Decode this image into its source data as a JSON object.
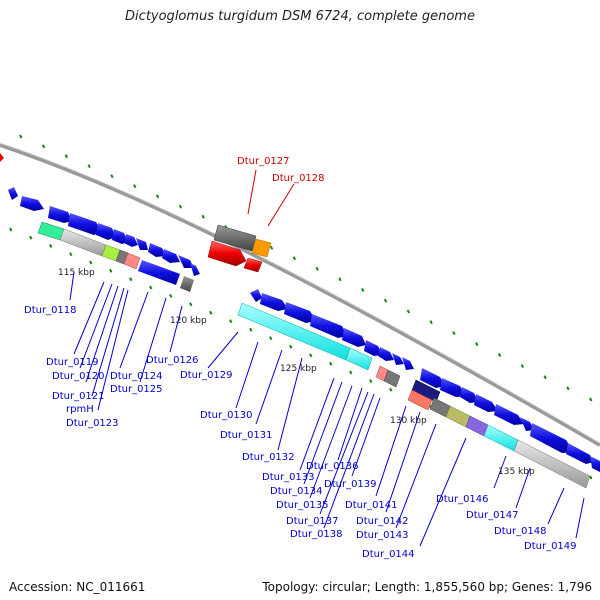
{
  "header": {
    "title": "Dictyoglomus turgidum DSM 6724, complete genome"
  },
  "footer": {
    "accession": "Accession: NC_011661",
    "summary": "Topology: circular; Length: 1,855,560 bp; Genes: 1,796"
  },
  "scale_labels": [
    "115 kbp",
    "120 kbp",
    "125 kbp",
    "130 kbp",
    "135 kbp"
  ],
  "genes": [
    {
      "id": "Dtur_0118",
      "color": "#0000cc"
    },
    {
      "id": "Dtur_0119",
      "color": "#0000cc"
    },
    {
      "id": "Dtur_0120",
      "color": "#0000cc"
    },
    {
      "id": "Dtur_0121",
      "color": "#0000cc"
    },
    {
      "id": "rpmH",
      "color": "#0000cc"
    },
    {
      "id": "Dtur_0123",
      "color": "#0000cc"
    },
    {
      "id": "Dtur_0124",
      "color": "#0000cc"
    },
    {
      "id": "Dtur_0125",
      "color": "#0000cc"
    },
    {
      "id": "Dtur_0126",
      "color": "#0000cc"
    },
    {
      "id": "Dtur_0127",
      "color": "#cc0000"
    },
    {
      "id": "Dtur_0128",
      "color": "#cc0000"
    },
    {
      "id": "Dtur_0129",
      "color": "#0000cc"
    },
    {
      "id": "Dtur_0130",
      "color": "#0000cc"
    },
    {
      "id": "Dtur_0131",
      "color": "#0000cc"
    },
    {
      "id": "Dtur_0132",
      "color": "#0000cc"
    },
    {
      "id": "Dtur_0133",
      "color": "#0000cc"
    },
    {
      "id": "Dtur_0134",
      "color": "#0000cc"
    },
    {
      "id": "Dtur_0135",
      "color": "#0000cc"
    },
    {
      "id": "Dtur_0136",
      "color": "#0000cc"
    },
    {
      "id": "Dtur_0137",
      "color": "#0000cc"
    },
    {
      "id": "Dtur_0138",
      "color": "#0000cc"
    },
    {
      "id": "Dtur_0139",
      "color": "#0000cc"
    },
    {
      "id": "Dtur_0141",
      "color": "#0000cc"
    },
    {
      "id": "Dtur_0142",
      "color": "#0000cc"
    },
    {
      "id": "Dtur_0143",
      "color": "#0000cc"
    },
    {
      "id": "Dtur_0144",
      "color": "#0000cc"
    },
    {
      "id": "Dtur_0146",
      "color": "#0000cc"
    },
    {
      "id": "Dtur_0147",
      "color": "#0000cc"
    },
    {
      "id": "Dtur_0148",
      "color": "#0000cc"
    },
    {
      "id": "Dtur_0149",
      "color": "#0000cc"
    }
  ],
  "colors": {
    "backbone": "#888888",
    "forward_cds": "#1a1aee",
    "reverse_orf": "#e81010",
    "orange_feature": "#ff9900",
    "gc_ticks": "#118811",
    "cyan_feature": "#22ffff",
    "gray_feature": "#bbbbbb"
  }
}
